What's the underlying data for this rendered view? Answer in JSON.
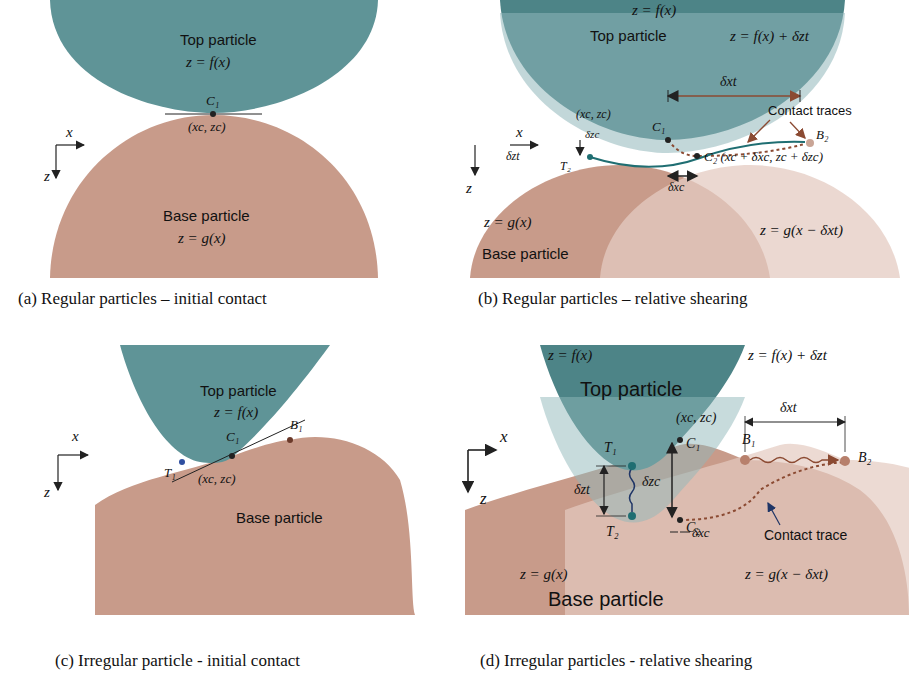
{
  "diagram": {
    "labels": [
      "Top particle",
      "z = f(x)",
      "C₁",
      "(xc, zc)",
      "x",
      "z",
      "Base particle",
      "z = g(x)",
      "(a) Regular particles – initial contact",
      "z = f(x)",
      "Top particle",
      "z = f(x) + δzt",
      "δxt",
      "(xc, zc)",
      "C₁",
      "Contact traces",
      "B₂",
      "x",
      "δzt",
      "δzc",
      "T₂",
      "C₂ (xc + δxc, zc + δzc)",
      "δxc",
      "z",
      "z = g(x)",
      "z = g(x − δxt)",
      "Base particle",
      "(b) Regular particles – relative shearing",
      "Top particle",
      "z = f(x)",
      "x",
      "T₁",
      "C₁",
      "B₁",
      "(xc, zc)",
      "z",
      "Base particle",
      "(c) Irregular particle - initial contact",
      "z = f(x)",
      "z = f(x) + δzt",
      "Top particle",
      "x",
      "T₁",
      "(xc, zc)",
      "C₁",
      "B₁",
      "δxt",
      "B₂",
      "δzt",
      "δzc",
      "z",
      "T₂",
      "C₂",
      "δxc",
      "Contact trace",
      "z = g(x)",
      "z = g(x − δxt)",
      "Base particle",
      "(d) Irregular particles - relative shearing"
    ]
  }
}
